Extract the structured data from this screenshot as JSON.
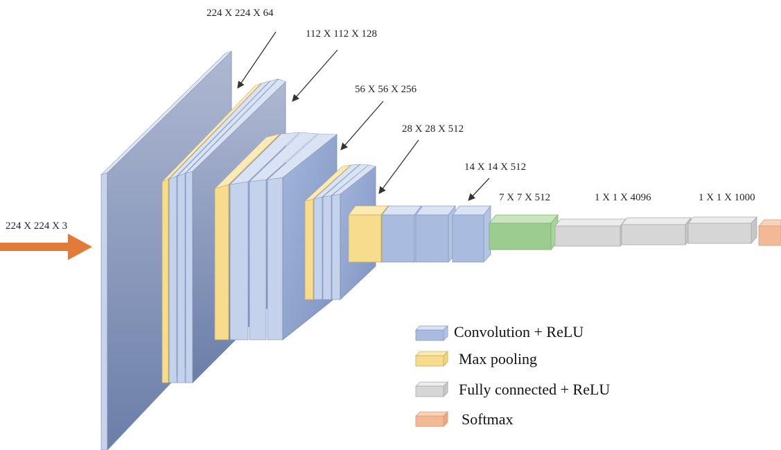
{
  "input_label": "224 X 224 X 3",
  "layer_labels": {
    "conv1": "224 X 224 X 64",
    "conv2": "112 X 112 X 128",
    "conv3": "56 X 56 X 256",
    "conv4": "28 X 28 X 512",
    "conv5": "14 X 14 X 512",
    "pool5": "7 X 7 X 512",
    "fc": "1 X 1 X 4096",
    "out": "1 X 1 X 1000"
  },
  "legend": [
    {
      "key": "conv",
      "label": "Convolution + ReLU"
    },
    {
      "key": "pool",
      "label": "Max pooling"
    },
    {
      "key": "fc",
      "label": "Fully connected + ReLU"
    },
    {
      "key": "softmax",
      "label": "Softmax"
    }
  ],
  "colors": {
    "conv_front": "#8fa4cc",
    "conv_side": "#c4d2ec",
    "conv_top": "#dae3f3",
    "pool_front": "#f6dc8c",
    "pool_side": "#fcecbb",
    "fc_front": "#d2d2d2",
    "fc_top": "#ececec",
    "green_front": "#9ccc8e",
    "green_top": "#c8e5bd",
    "softmax_front": "#f3b896",
    "arrow": "#e07b39"
  }
}
